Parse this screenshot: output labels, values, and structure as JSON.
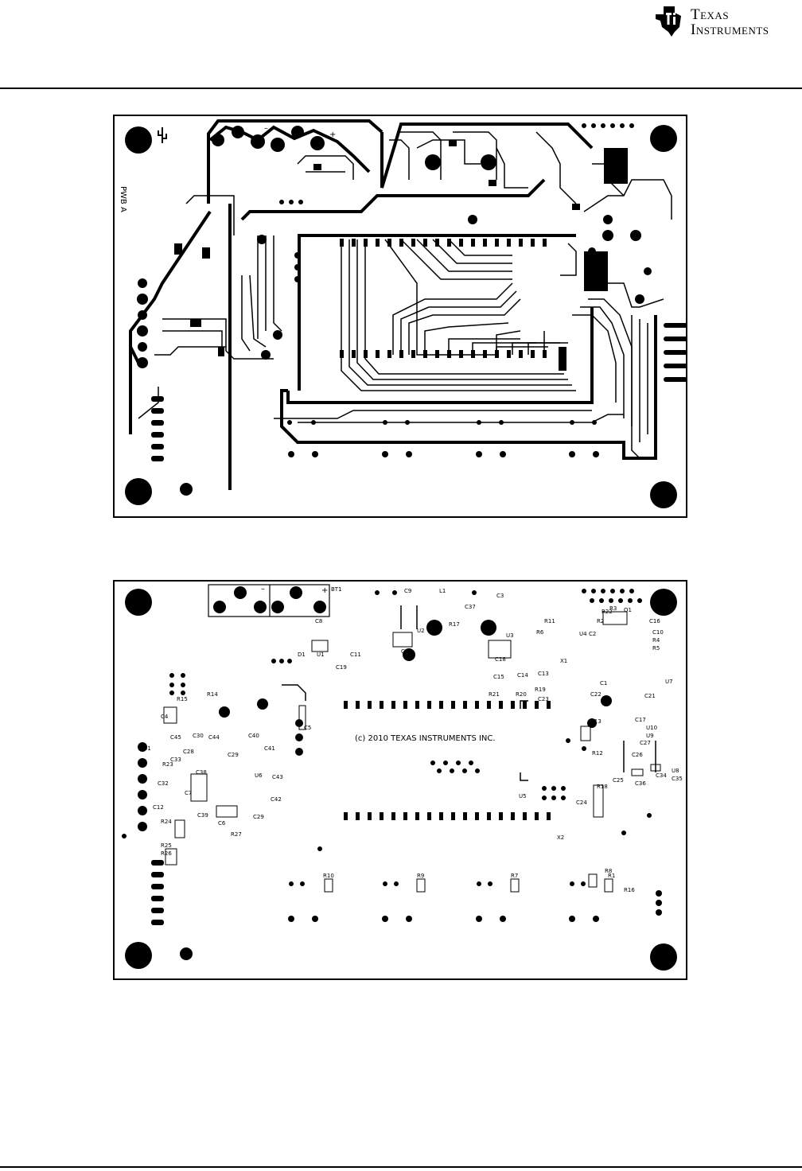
{
  "header": {
    "logo": {
      "line1": "Texas",
      "line2": "Instruments",
      "icon": "ti-map-logo-icon"
    },
    "accent_color": "#000000"
  },
  "top_layer": {
    "rev_label": "PWB A",
    "plus_mark": "+",
    "minus_mark": "–"
  },
  "bottom_layer": {
    "copyright": "(c) 2010 TEXAS INSTRUMENTS INC.",
    "battery": {
      "ref": "BT1",
      "plus": "+",
      "minus": "–"
    },
    "refdes": [
      "C9",
      "L1",
      "C3",
      "C37",
      "R17",
      "U2",
      "C20",
      "U3",
      "C18",
      "R11",
      "R6",
      "U4",
      "C2",
      "R2",
      "R3",
      "Q1",
      "C16",
      "C10",
      "R4",
      "R5",
      "X1",
      "C8",
      "D1",
      "U1",
      "C11",
      "C19",
      "C13",
      "C14",
      "C15",
      "R19",
      "R20",
      "R21",
      "C23",
      "C5",
      "C22",
      "C1",
      "U7",
      "C21",
      "R14",
      "R15",
      "C4",
      "C30",
      "C45",
      "C44",
      "C40",
      "C41",
      "C31",
      "C28",
      "C29",
      "R23",
      "C38",
      "C32",
      "C7",
      "U6",
      "C43",
      "C42",
      "C39",
      "C6",
      "R24",
      "C12",
      "R25",
      "R26",
      "R27",
      "R8",
      "R13",
      "C17",
      "U10",
      "C24",
      "R12",
      "R16",
      "C25",
      "C36",
      "C34",
      "U8",
      "C35",
      "U5",
      "X2",
      "R10",
      "R9",
      "R7",
      "R1",
      "C26",
      "C27",
      "C33",
      "R22",
      "R18",
      "U9",
      "C29"
    ]
  }
}
